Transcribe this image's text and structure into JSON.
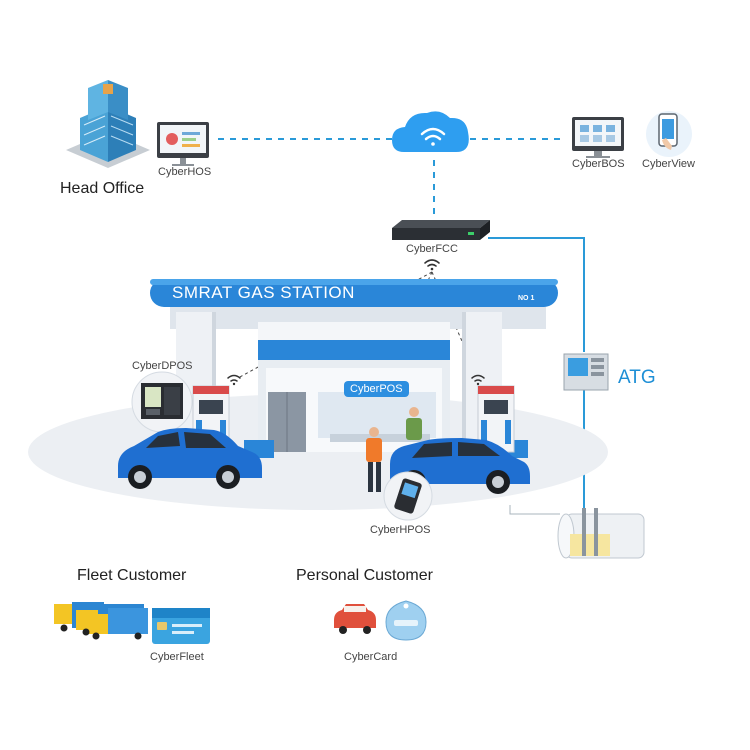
{
  "head_office": {
    "label": "Head Office"
  },
  "cyberhos": {
    "label": "CyberHOS"
  },
  "cyberbos": {
    "label": "CyberBOS"
  },
  "cyberview": {
    "label": "CyberView"
  },
  "cyberfcc": {
    "label": "CyberFCC"
  },
  "station": {
    "sign": "SMRAT GAS STATION",
    "number": "NO 1"
  },
  "cyberdpos": {
    "label": "CyberDPOS"
  },
  "cyberpos": {
    "label": "CyberPOS"
  },
  "cyberhpos": {
    "label": "CyberHPOS"
  },
  "atg": {
    "label": "ATG"
  },
  "fleet_customer": {
    "label": "Fleet Customer"
  },
  "personal_customer": {
    "label": "Personal Customer"
  },
  "cyberfleet": {
    "label": "CyberFleet"
  },
  "cybercard": {
    "label": "CyberCard"
  },
  "colors": {
    "accent_blue": "#1e8fd6",
    "car_blue": "#1f6fd1",
    "cloud_blue": "#2e9ef0",
    "canopy_blue": "#2a86d8",
    "ground_gray": "#eceff3"
  }
}
